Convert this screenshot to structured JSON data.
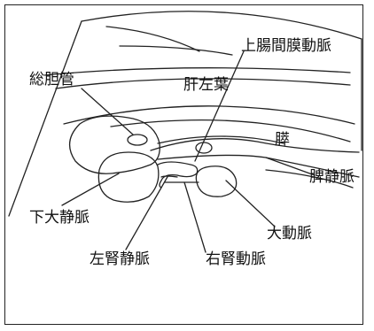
{
  "labels": {
    "common_bile_duct": "総胆管",
    "liver_left_lobe": "肝左葉",
    "sma": "上腸間膜動脈",
    "pancreas": "膵",
    "splenic_vein": "脾静脈",
    "ivc": "下大静脈",
    "aorta": "大動脈",
    "left_renal_vein": "左腎静脈",
    "right_renal_artery": "右腎動脈"
  },
  "colors": {
    "line": "#222222",
    "background": "#ffffff"
  }
}
